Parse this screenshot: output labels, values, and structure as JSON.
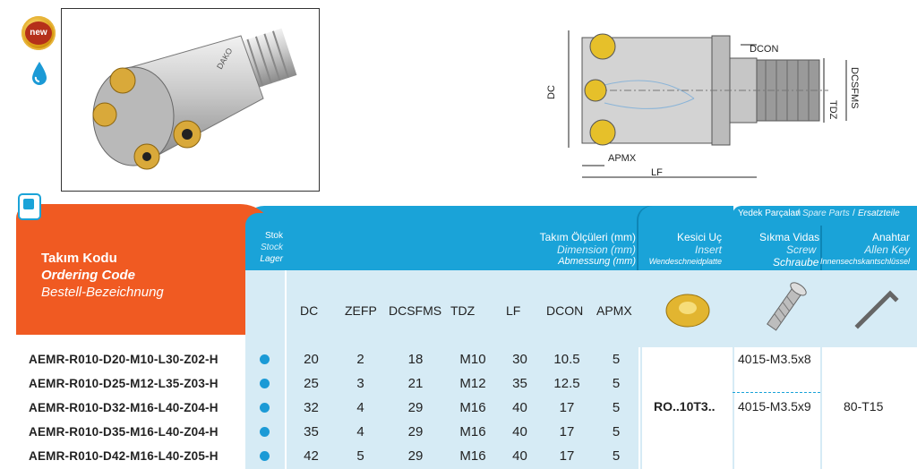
{
  "badge_new": "new",
  "drawing_labels": {
    "dcon": "DCON",
    "dc": "DC",
    "tdz": "TDZ",
    "dcsfms": "DCSFMS",
    "apmx": "APMX",
    "lf": "LF"
  },
  "photo_brand": "DAKO",
  "spare_parts_header": {
    "tr": "Yedek Parçaları",
    "en": "Spare Parts",
    "de": "Ersatzteile"
  },
  "ordering_code": {
    "tr": "Takım Kodu",
    "en": "Ordering Code",
    "de": "Bestell-Bezeichnung"
  },
  "stock": {
    "tr": "Stok",
    "en": "Stock",
    "de": "Lager"
  },
  "dimension": {
    "tr": "Takım Ölçüleri (mm)",
    "en": "Dimension (mm)",
    "de": "Abmessung (mm)"
  },
  "insert": {
    "tr": "Kesici Uç",
    "en": "Insert",
    "de": "Wendeschneidplatte"
  },
  "screw": {
    "tr": "Sıkma Vidası",
    "en": "Screw",
    "de": "Schraube"
  },
  "key": {
    "tr": "Anahtar",
    "en": "Allen Key",
    "de": "Innensechskantschlüssel"
  },
  "columns": [
    "DC",
    "ZEFP",
    "DCSFMS",
    "TDZ",
    "LF",
    "DCON",
    "APMX"
  ],
  "rows": [
    {
      "code": "AEMR-R010-D20-M10-L30-Z02-H",
      "values": [
        "20",
        "2",
        "18",
        "M10",
        "30",
        "10.5",
        "5"
      ]
    },
    {
      "code": "AEMR-R010-D25-M12-L35-Z03-H",
      "values": [
        "25",
        "3",
        "21",
        "M12",
        "35",
        "12.5",
        "5"
      ]
    },
    {
      "code": "AEMR-R010-D32-M16-L40-Z04-H",
      "values": [
        "32",
        "4",
        "29",
        "M16",
        "40",
        "17",
        "5"
      ]
    },
    {
      "code": "AEMR-R010-D35-M16-L40-Z04-H",
      "values": [
        "35",
        "4",
        "29",
        "M16",
        "40",
        "17",
        "5"
      ]
    },
    {
      "code": "AEMR-R010-D42-M16-L40-Z05-H",
      "values": [
        "42",
        "5",
        "29",
        "M16",
        "40",
        "17",
        "5"
      ]
    }
  ],
  "insert_value": "RO..10T3..",
  "screw_values": [
    "4015-M3.5x8",
    "4015-M3.5x9"
  ],
  "key_value": "80-T15",
  "colors": {
    "header_cyan": "#1aa3d8",
    "orange": "#f05a22",
    "light_blue": "#d6ebf5",
    "bullet": "#1b9ad6"
  }
}
